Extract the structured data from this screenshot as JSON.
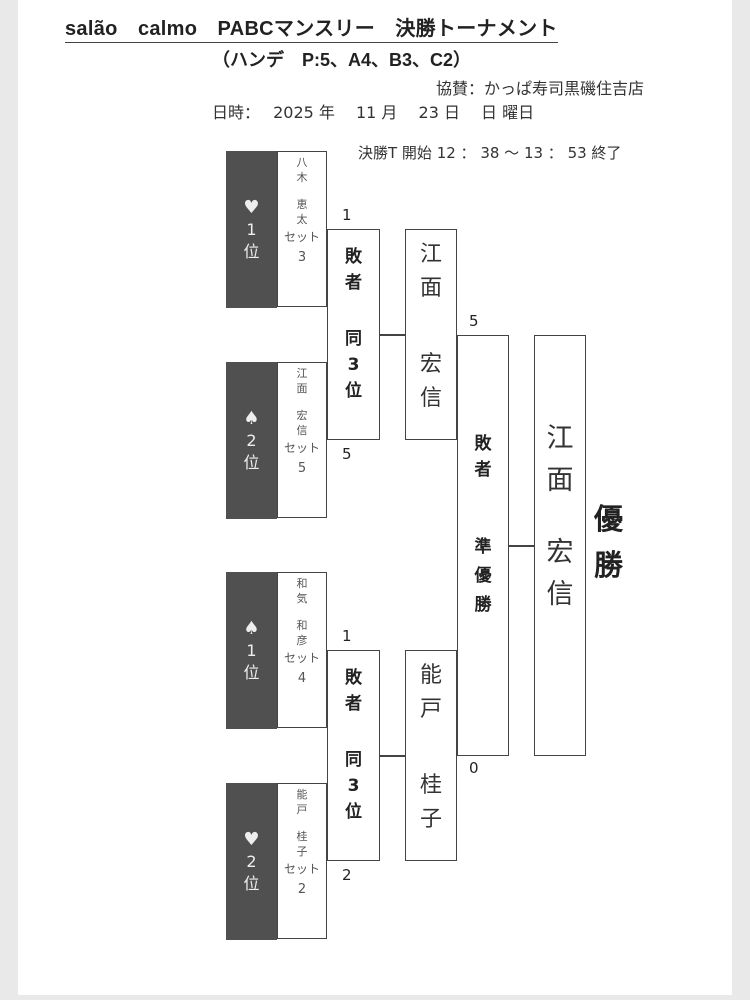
{
  "header": {
    "title": "salão　calmo　PABCマンスリー　決勝トーナメント",
    "subtitle": "（ハンデ　P:5、A4、B3、C2）",
    "sponsor": "協賛：かっぱ寿司黒磯住吉店",
    "date": "日時：　 2025 年　 11 月　 23 日　 日 曜日",
    "time": "決勝T 開始 12 ： 38 ～ 13 ： 53 終了"
  },
  "seeds": [
    {
      "suit": "♥",
      "rank": "1",
      "rank_suffix": "位",
      "family": [
        "八",
        "木"
      ],
      "given": [
        "恵",
        "太"
      ],
      "set_label": "セット",
      "set": "3",
      "score": "1"
    },
    {
      "suit": "♠",
      "rank": "2",
      "rank_suffix": "位",
      "family": [
        "江",
        "面"
      ],
      "given": [
        "宏",
        "信"
      ],
      "set_label": "セット",
      "set": "5",
      "score": "5"
    },
    {
      "suit": "♠",
      "rank": "1",
      "rank_suffix": "位",
      "family": [
        "和",
        "気"
      ],
      "given": [
        "和",
        "彦"
      ],
      "set_label": "セット",
      "set": "4",
      "score": "1"
    },
    {
      "suit": "♥",
      "rank": "2",
      "rank_suffix": "位",
      "family": [
        "能",
        "戸"
      ],
      "given": [
        "桂",
        "子"
      ],
      "set_label": "セット",
      "set": "2",
      "score": "2"
    }
  ],
  "semis": [
    {
      "loser_label": [
        "敗",
        "者"
      ],
      "place_label": [
        "同",
        "3",
        "位"
      ],
      "winner": [
        "江",
        "面",
        "宏",
        "信"
      ],
      "final_score": "5"
    },
    {
      "loser_label": [
        "敗",
        "者"
      ],
      "place_label": [
        "同",
        "3",
        "位"
      ],
      "winner": [
        "能",
        "戸",
        "桂",
        "子"
      ],
      "final_score": "0"
    }
  ],
  "final": {
    "loser_label": [
      "敗",
      "者"
    ],
    "runner_up_label": [
      "準",
      "優",
      "勝"
    ],
    "champion": [
      "江",
      "面",
      "宏",
      "信"
    ],
    "champion_label": [
      "優",
      "勝"
    ]
  }
}
